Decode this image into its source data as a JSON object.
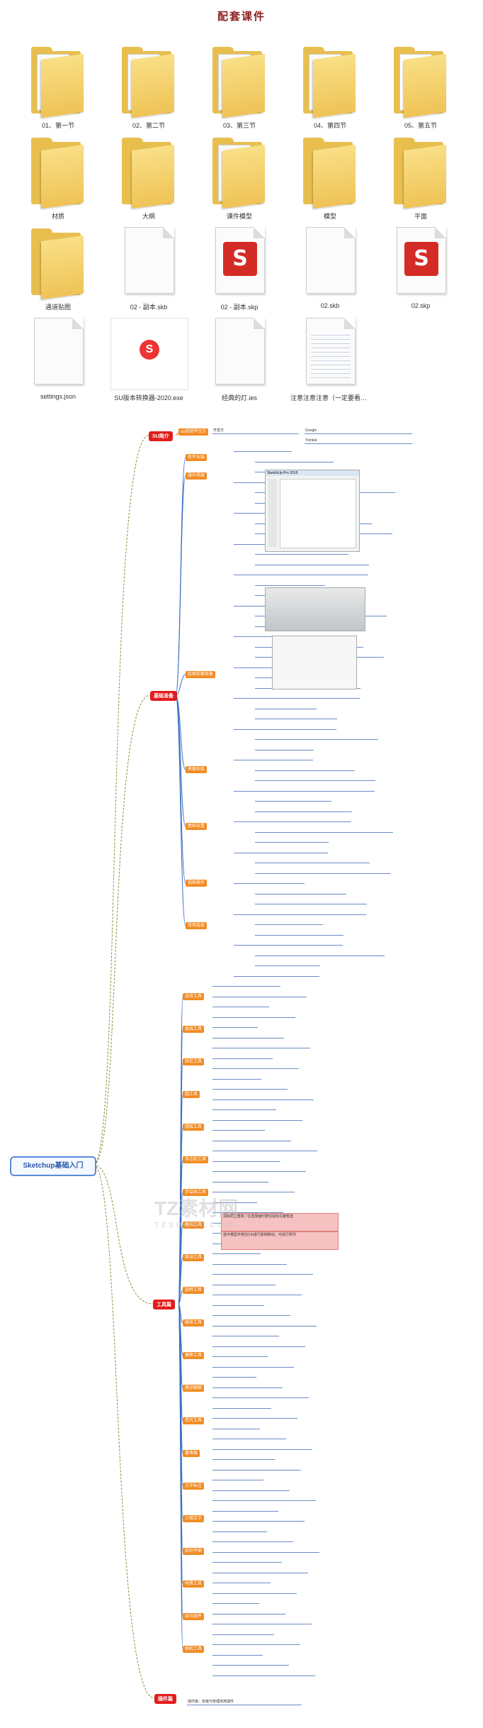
{
  "page": {
    "title": "配套课件"
  },
  "files": [
    {
      "label": "01、第一节",
      "type": "folder-docs"
    },
    {
      "label": "02、第二节",
      "type": "folder-docs"
    },
    {
      "label": "03、第三节",
      "type": "folder-docs"
    },
    {
      "label": "04、第四节",
      "type": "folder-docs"
    },
    {
      "label": "05、第五节",
      "type": "folder-red"
    },
    {
      "label": "材质",
      "type": "folder"
    },
    {
      "label": "大纲",
      "type": "folder"
    },
    {
      "label": "课件模型",
      "type": "folder-docs"
    },
    {
      "label": "模型",
      "type": "folder"
    },
    {
      "label": "平面",
      "type": "folder"
    },
    {
      "label": "通道贴图",
      "type": "folder"
    },
    {
      "label": "02 - 副本.skb",
      "type": "blank"
    },
    {
      "label": "02 - 副本.skp",
      "type": "sketchup"
    },
    {
      "label": "02.skb",
      "type": "blank"
    },
    {
      "label": "02.skp",
      "type": "sketchup"
    },
    {
      "label": "settings.json",
      "type": "blank"
    },
    {
      "label": "SU版本转换器-2020.exe",
      "type": "exe"
    },
    {
      "label": "经典的灯.ies",
      "type": "blank"
    },
    {
      "label": "注意注意注意（一定要看）.txt",
      "type": "text"
    }
  ],
  "mindmap": {
    "root": "Sketchup基础入门",
    "categories": {
      "intro": "SU简介",
      "basics": "基础准备",
      "tools": "工具篇",
      "plugins": "插件篇"
    },
    "intro_items": [
      "su目前平台方",
      "开发方",
      "Google",
      "Trimble"
    ],
    "basic_tags": [
      "软件安装",
      "操作界面",
      "绘图前期准备",
      "界面布局",
      "基础设置",
      "视图操作",
      "常用选择"
    ],
    "tool_tags": [
      "选择工具",
      "直线工具",
      "矩形工具",
      "圆工具",
      "圆弧工具",
      "多边形工具",
      "手绘线工具",
      "推拉工具",
      "移动工具",
      "旋转工具",
      "缩放工具",
      "偏移工具",
      "路径跟随",
      "卷尺工具",
      "量角器",
      "文字标注",
      "三维文字",
      "剖切平面",
      "材质工具",
      "组与组件",
      "相机工具"
    ],
    "highlight_notes": [
      "清除模型重复 / 在选择面时按住鼠标左键框选",
      "选中模型并按住Ctrl进行复制移动，可进行阵列"
    ],
    "plugin_note": "插件篇：安装与管理常用插件",
    "snippet": "SketchUp Pro 2019"
  },
  "watermark": {
    "main": "TZ素材网",
    "sub": "TZSUCAI.COM"
  }
}
